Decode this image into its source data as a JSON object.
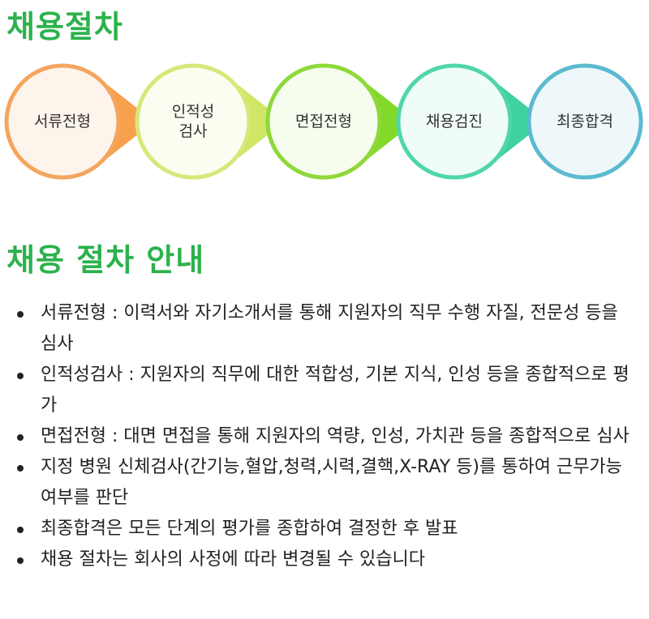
{
  "header": {
    "title": "채용절차"
  },
  "flow": {
    "steps": [
      {
        "lines": [
          "서류전형"
        ],
        "color": "#f4a55e",
        "fill": "#fdf4ec"
      },
      {
        "lines": [
          "인적성",
          "검사"
        ],
        "color": "#d5e879",
        "fill": "#fbfdf0"
      },
      {
        "lines": [
          "면접전형"
        ],
        "color": "#8fd83a",
        "fill": "#f6fdef"
      },
      {
        "lines": [
          "채용검진"
        ],
        "color": "#4fd6a9",
        "fill": "#f0fcf7"
      },
      {
        "lines": [
          "최종합격"
        ],
        "color": "#5bbad0",
        "fill": "#eef8fb"
      }
    ],
    "arrow_colors": [
      "#f7a04d",
      "#d0e666",
      "#82d92a",
      "#3fd1a0"
    ]
  },
  "guide": {
    "title": "채용 절차 안내",
    "items": [
      "서류전형 : 이력서와 자기소개서를 통해 지원자의 직무 수행 자질, 전문성 등을 심사",
      "인적성검사 : 지원자의 직무에 대한 적합성, 기본 지식, 인성 등을 종합적으로 평가",
      "면접전형 : 대면 면접을 통해 지원자의 역량, 인성, 가치관 등을 종합적으로 심사",
      "지정 병원 신체검사(간기능,혈압,청력,시력,결핵,X-RAY 등)를 통하여 근무가능 여부를 판단",
      "최종합격은 모든 단계의 평가를 종합하여 결정한 후 발표",
      "채용 절차는 회사의 사정에 따라 변경될 수 있습니다"
    ]
  }
}
